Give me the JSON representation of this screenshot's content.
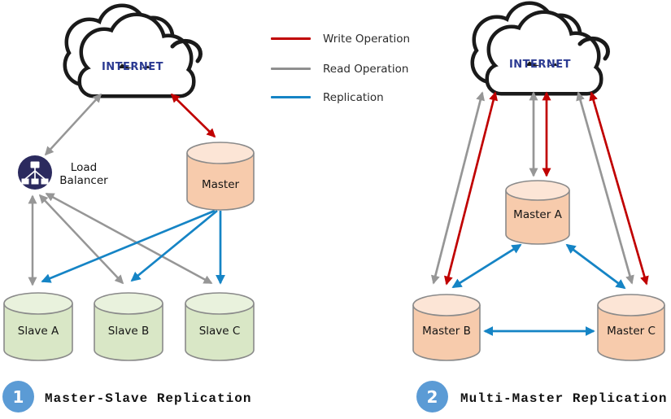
{
  "left_diagram": {
    "badge": "1",
    "caption": "Master-Slave Replication",
    "cloud_label": "INTERNET",
    "load_balancer_label": "Load Balancer",
    "master_label": "Master",
    "slave_labels": [
      "Slave A",
      "Slave B",
      "Slave C"
    ]
  },
  "right_diagram": {
    "badge": "2",
    "caption": "Multi-Master Replication",
    "cloud_label": "INTERNET",
    "master_labels": [
      "Master A",
      "Master B",
      "Master C"
    ]
  },
  "legend": {
    "items": [
      {
        "label": "Write Operation",
        "color": "#c00000"
      },
      {
        "label": "Read Operation",
        "color": "#8f8f8f"
      },
      {
        "label": "Replication",
        "color": "#1584c5"
      }
    ]
  },
  "colors": {
    "write_arrow": "#c00000",
    "read_arrow": "#969696",
    "replication_arrow": "#1584c5",
    "badge_circle": "#5b9bd5",
    "master_cylinder_fill": "#f7cbac",
    "master_cylinder_top": "#fce5d6",
    "slave_cylinder_fill": "#d9e7c6",
    "slave_cylinder_top": "#e9f2dd",
    "cylinder_stroke": "#8a8a8a",
    "cloud_outline": "#1a1a1a",
    "internet_text": "#2b3a92",
    "load_balancer_circle": "#2b2a5e"
  }
}
